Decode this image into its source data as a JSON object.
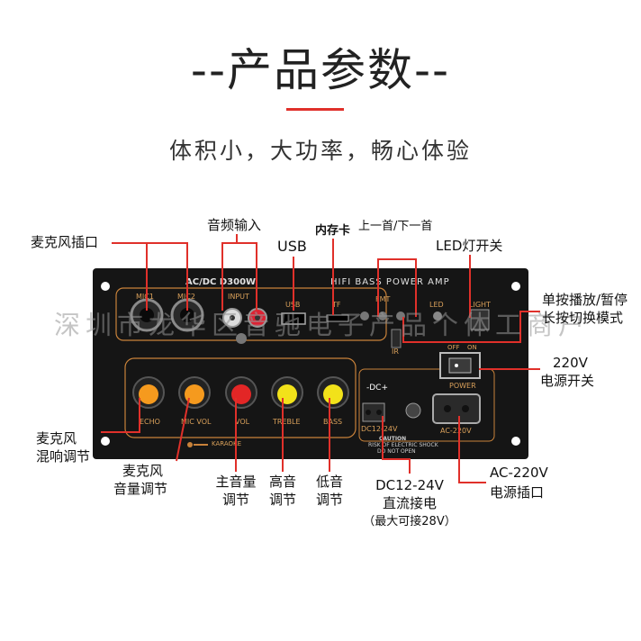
{
  "header": {
    "title": "--产品参数--",
    "subtitle": "体积小，大功率，畅心体验"
  },
  "labels": {
    "mic_jack": "麦克风插口",
    "audio_input": "音频输入",
    "usb": "USB",
    "memory_card": "内存卡",
    "prev_next": "上一首/下一首",
    "led_switch": "LED灯开关",
    "play_pause_1": "单按播放/暂停",
    "play_pause_2": "长按切换模式",
    "power_switch_1": "220V",
    "power_switch_2": "电源开关",
    "mic_echo_1": "麦克风",
    "mic_echo_2": "混响调节",
    "mic_vol_1": "麦克风",
    "mic_vol_2": "音量调节",
    "master_vol_1": "主音量",
    "master_vol_2": "调节",
    "treble_1": "高音",
    "treble_2": "调节",
    "bass_1": "低音",
    "bass_2": "调节",
    "dc_1": "DC12-24V",
    "dc_2": "直流接电",
    "dc_3": "（最大可接28V）",
    "ac_1": "AC-220V",
    "ac_2": "电源插口"
  },
  "panel": {
    "model": "AC/DC D300W",
    "brand": "HIFI  BASS  POWER  AMP",
    "mic1": "MIC1",
    "mic2": "MIC2",
    "input": "INPUT",
    "usb": "USB",
    "tf": "TF",
    "fmt": "FMT",
    "led": "LED",
    "light": "LIGHT",
    "ir": "IR",
    "off": "OFF",
    "on": "ON",
    "power": "POWER",
    "echo": "ECHO",
    "mic_vol": "MIC VOL",
    "vol": "VOL",
    "treble": "TREBLE",
    "bass": "BASS",
    "dc_mark": "-DC+",
    "dc_range": "DC12-24V",
    "ac_range": "AC-220V",
    "karaoke": "KARAOKE",
    "caution_1": "CAUTION",
    "caution_2": "RISK OF ELECTRIC SHOCK",
    "caution_3": "DO NOT OPEN"
  },
  "watermark": "深圳市龙华区音驰电子产品个体工商户",
  "colors": {
    "accent_red": "#e0302a",
    "panel_bg": "#151515",
    "panel_text": "#d9a05a",
    "knob_orange": "#f59a1e",
    "knob_red": "#e32626",
    "knob_yellow": "#f2e21a",
    "leader_red": "#e0302a"
  }
}
